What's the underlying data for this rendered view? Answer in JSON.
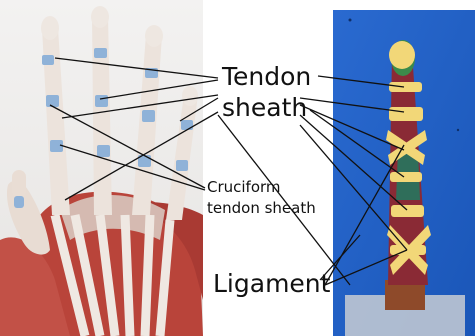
{
  "labels": {
    "tendon_sheath_line1": "Tendon",
    "tendon_sheath_line2": "sheath",
    "cruciform_line1": "Cruciform",
    "cruciform_line2": "tendon sheath",
    "ligament": "Ligament"
  },
  "colors": {
    "background": "#ffffff",
    "right_panel_background": "#1f5fc4",
    "anatomy_tendon": "#ece3dc",
    "anatomy_muscle": "#b9443a",
    "anatomy_sheath": "#8fb2d8",
    "model_tape": "#f2d778",
    "model_core": "#8a2a35"
  }
}
